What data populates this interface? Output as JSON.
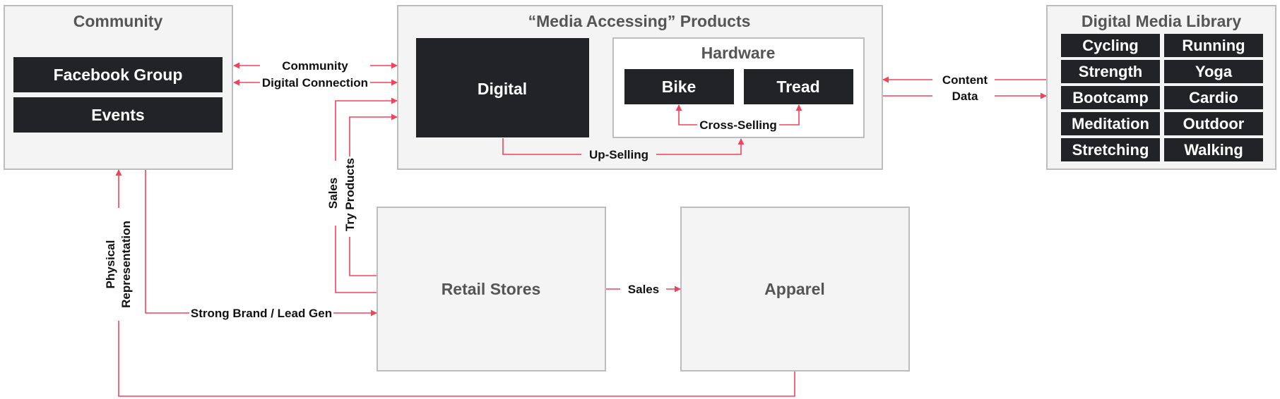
{
  "community": {
    "title": "Community",
    "items": [
      "Facebook Group",
      "Events"
    ]
  },
  "media_products": {
    "title": "“Media Accessing” Products",
    "digital": "Digital",
    "hardware": {
      "title": "Hardware",
      "items": [
        "Bike",
        "Tread"
      ]
    }
  },
  "library": {
    "title": "Digital Media Library",
    "items": [
      "Cycling",
      "Running",
      "Strength",
      "Yoga",
      "Bootcamp",
      "Cardio",
      "Meditation",
      "Outdoor",
      "Stretching",
      "Walking"
    ]
  },
  "retail": {
    "title": "Retail Stores"
  },
  "apparel": {
    "title": "Apparel"
  },
  "edges": {
    "community": "Community",
    "digital_connection": "Digital Connection",
    "content": "Content",
    "data": "Data",
    "cross_selling": "Cross-Selling",
    "up_selling": "Up-Selling",
    "sales_vertical": "Sales",
    "try_products": "Try Products",
    "physical": "Physical",
    "representation": "Representation",
    "strong_brand": "Strong Brand / Lead Gen",
    "sales_horizontal": "Sales"
  },
  "colors": {
    "connector": "#f0445a",
    "dark_box": "#222326",
    "panel": "#f4f4f5"
  }
}
